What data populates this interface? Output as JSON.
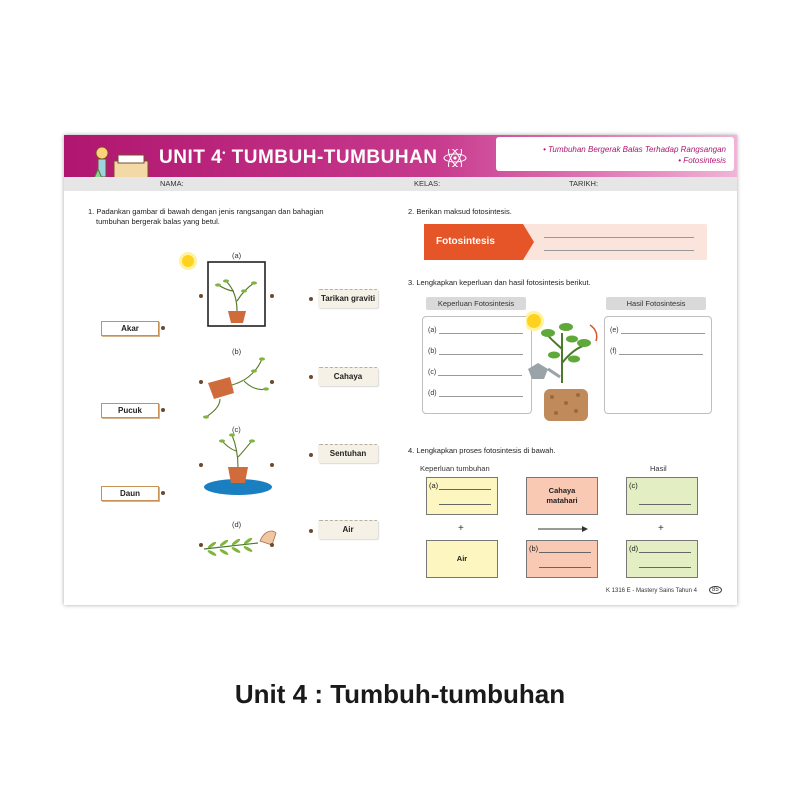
{
  "header": {
    "unit_label": "UNIT 4",
    "unit_title": "TUMBUH-TUMBUHAN",
    "topic_1": "• Tumbuhan Bergerak Balas Terhadap Rangsangan",
    "topic_2": "• Fotosintesis"
  },
  "infobar": {
    "nama": "NAMA:",
    "kelas": "KELAS:",
    "tarikh": "TARIKH:"
  },
  "q1": {
    "text_1": "1. Padankan gambar di bawah dengan jenis rangsangan dan bahagian",
    "text_2": "tumbuhan bergerak balas yang betul.",
    "parts": [
      "Akar",
      "Pucuk",
      "Daun"
    ],
    "pictures": [
      "(a)",
      "(b)",
      "(c)",
      "(d)"
    ],
    "stimuli": [
      "Tarikan graviti",
      "Cahaya",
      "Sentuhan",
      "Air"
    ]
  },
  "q2": {
    "text": "2. Berikan maksud fotosintesis.",
    "label": "Fotosintesis"
  },
  "q3": {
    "text": "3. Lengkapkan keperluan dan hasil fotosintesis berikut.",
    "needs_title": "Keperluan Fotosintesis",
    "results_title": "Hasil Fotosintesis",
    "needs": [
      "(a)",
      "(b)",
      "(c)",
      "(d)"
    ],
    "results": [
      "(e)",
      "(f)"
    ]
  },
  "q4": {
    "text": "4. Lengkapkan proses fotosintesis di bawah.",
    "needs_title": "Keperluan tumbuhan",
    "result_title": "Hasil",
    "box_a": "(a)",
    "box_b": "(b)",
    "box_c": "(c)",
    "box_d": "(d)",
    "sunlight": "Cahaya matahari",
    "water": "Air",
    "plus": "+"
  },
  "footer": {
    "code": "K 1316 E - Mastery Sains Tahun 4",
    "page": "85"
  },
  "caption": "Unit 4 : Tumbuh-tumbuhan",
  "colors": {
    "magenta": "#b0166f",
    "orange": "#e65527",
    "yellow_box": "#fdf6c0",
    "salmon_box": "#f9c9b4",
    "green_box": "#e3efc3"
  }
}
